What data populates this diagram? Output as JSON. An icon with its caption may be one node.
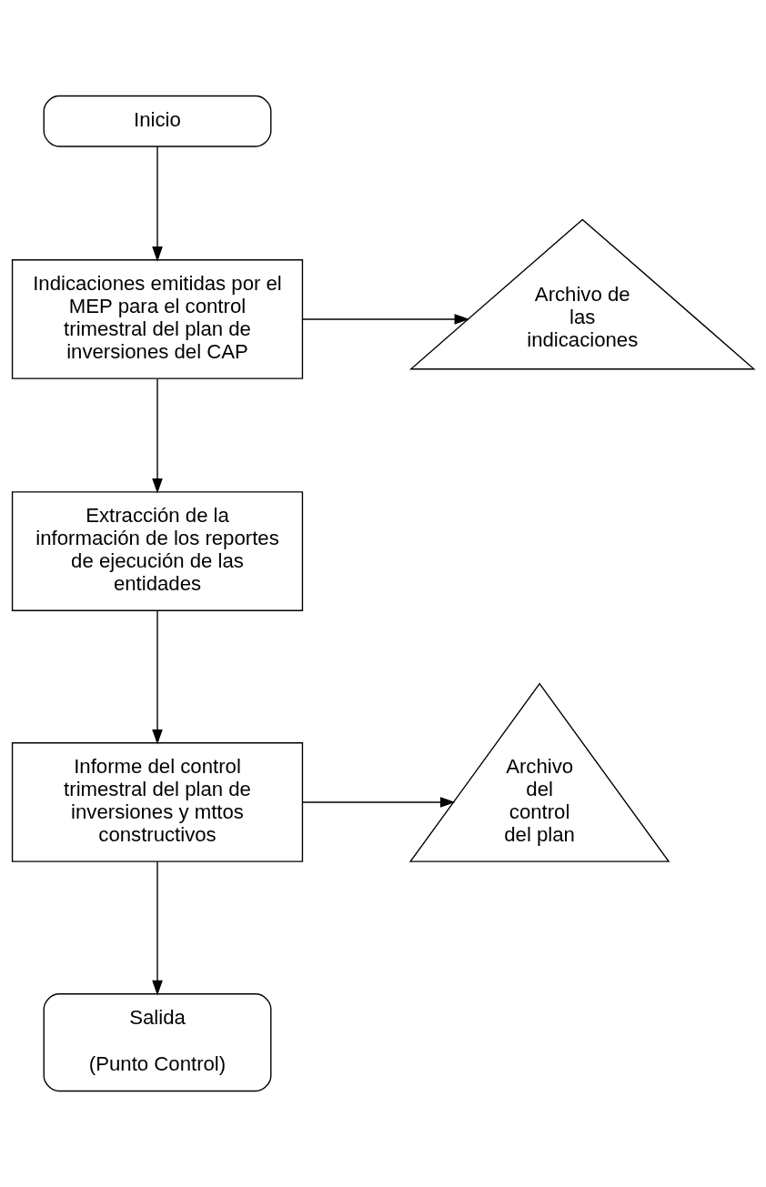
{
  "diagram": {
    "nodes": [
      {
        "text": [
          "Inicio"
        ]
      },
      {
        "text": [
          "Indicaciones emitidas por el MEP para el control trimestral del plan de inversiones del CAP"
        ]
      },
      {
        "text": [
          "Archivo de las indicaciones"
        ]
      },
      {
        "text": [
          "Extracción de la  información de los reportes de ejecución de las entidades"
        ]
      },
      {
        "text": [
          "Informe del control trimestral del plan de inversiones y mttos constructivos"
        ]
      },
      {
        "text": [
          "Archivo del control del plan"
        ]
      },
      {
        "text": [
          "Salida",
          "(Punto Control)"
        ]
      }
    ],
    "edges": [
      {
        "from": 0,
        "to": 1,
        "arrow": "to"
      },
      {
        "from": 1,
        "to": 2,
        "arrow": "to"
      },
      {
        "from": 1,
        "to": 3,
        "arrow": "to"
      },
      {
        "from": 3,
        "to": 4,
        "arrow": "to"
      },
      {
        "from": 4,
        "to": 5,
        "arrow": "to"
      },
      {
        "from": 4,
        "to": 6,
        "arrow": "to"
      }
    ]
  }
}
